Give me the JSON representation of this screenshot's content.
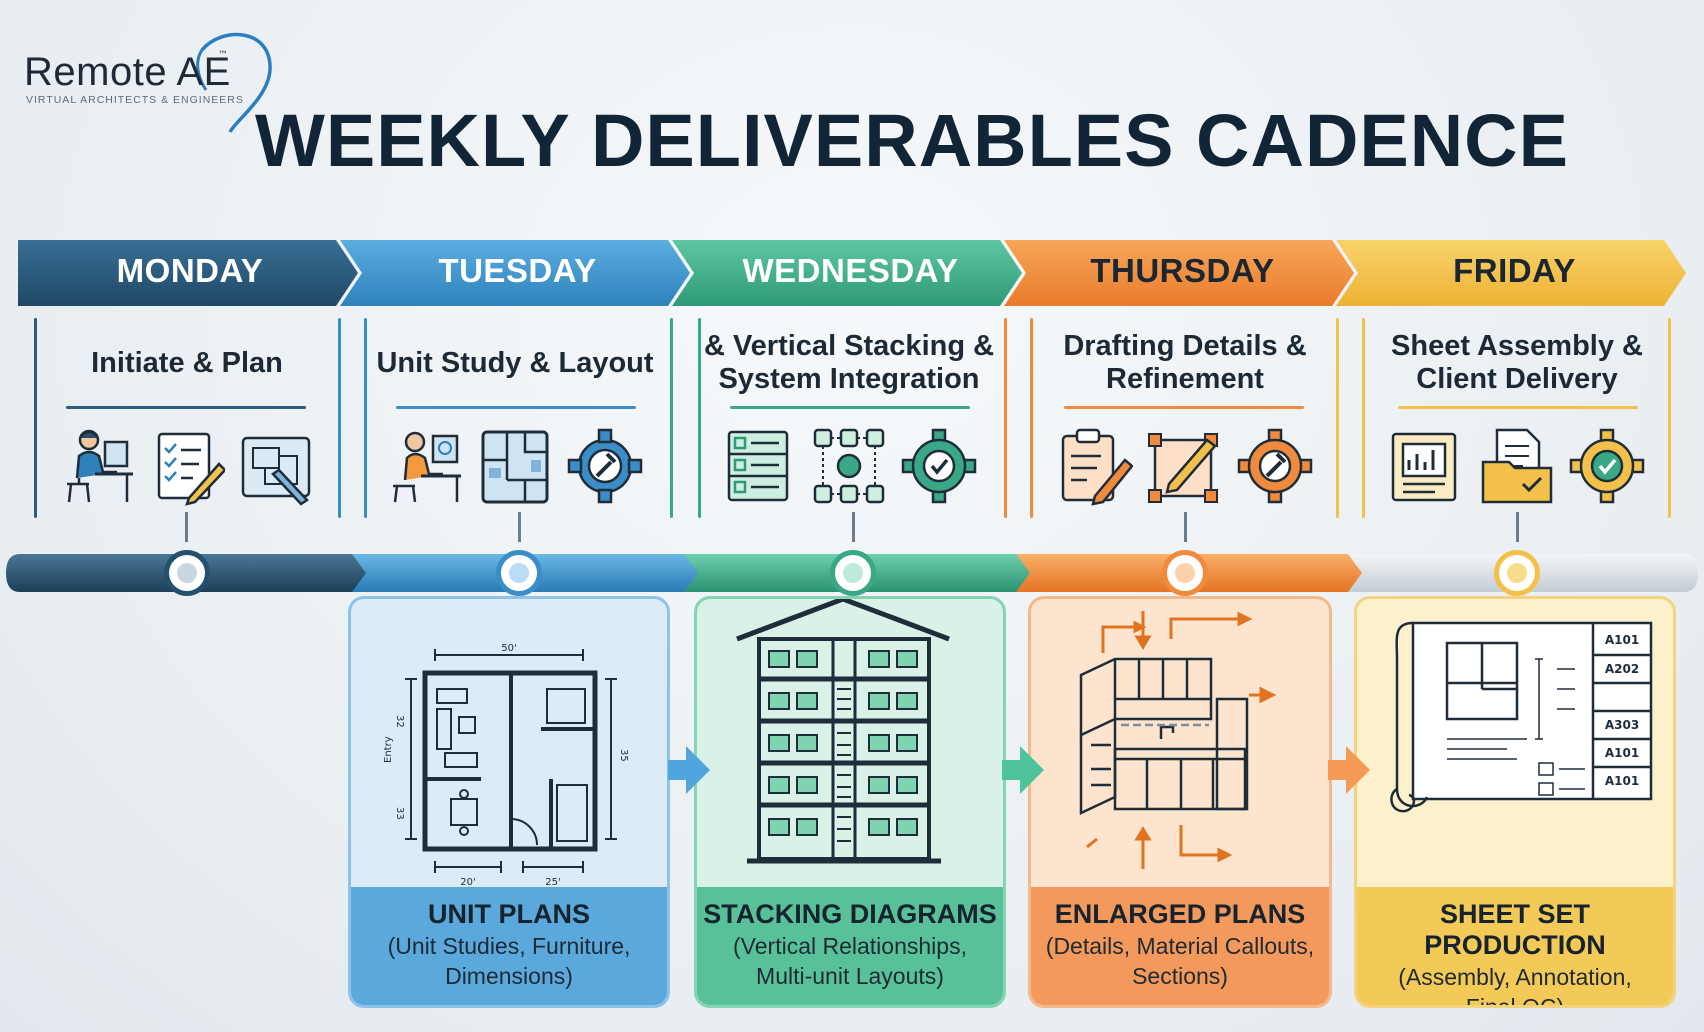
{
  "logo": {
    "name": "Remote AE",
    "tm": "™",
    "tagline": "VIRTUAL ARCHITECTS & ENGINEERS"
  },
  "title": "WEEKLY DELIVERABLES CADENCE",
  "colors": {
    "monday": "#28567a",
    "tuesday": "#3a8dc6",
    "wednesday": "#3aa886",
    "thursday": "#f08a3c",
    "friday": "#f3c14a"
  },
  "days": [
    {
      "name": "MONDAY",
      "task": "Initiate & Plan",
      "icons": [
        "person-at-desk-icon",
        "checklist-pencil-icon",
        "blueprint-pencil-icon"
      ]
    },
    {
      "name": "TUESDAY",
      "task": "Unit Study & Layout",
      "icons": [
        "person-at-desk-icon",
        "floor-plan-icon",
        "wrench-gear-icon"
      ]
    },
    {
      "name": "WEDNESDAY",
      "task": "& Vertical Stacking & System Integration",
      "icons": [
        "stacked-checklist-icon",
        "network-gear-icon",
        "check-gear-icon"
      ]
    },
    {
      "name": "THURSDAY",
      "task": "Drafting Details & Refinement",
      "icons": [
        "clipboard-pencil-icon",
        "frame-pencil-icon",
        "wrench-gear-icon"
      ]
    },
    {
      "name": "FRIDAY",
      "task": "Sheet Assembly & Client Delivery",
      "icons": [
        "sheet-chart-icon",
        "folder-check-icon",
        "check-gear-icon"
      ]
    }
  ],
  "deliverables": [
    {
      "title": "UNIT PLANS",
      "line1": "(Unit Studies, Furniture,",
      "line2": "Dimensions)"
    },
    {
      "title": "STACKING DIAGRAMS",
      "line1": "(Vertical Relationships,",
      "line2": "Multi-unit Layouts)"
    },
    {
      "title": "ENLARGED PLANS",
      "line1": "(Details, Material Callouts,",
      "line2": "Sections)"
    },
    {
      "title": "SHEET SET PRODUCTION",
      "line1": "(Assembly, Annotation,",
      "line2": "Final QC)"
    }
  ],
  "drawing_labels": {
    "unit_plan": {
      "top": "50'",
      "left": "Entry",
      "bottom_left": "20'",
      "bottom_right": "25'",
      "side_a": "32",
      "side_b": "33",
      "side_c": "35"
    },
    "sheet_index": [
      "A101",
      "A202",
      "A303",
      "A101",
      "A101"
    ]
  }
}
